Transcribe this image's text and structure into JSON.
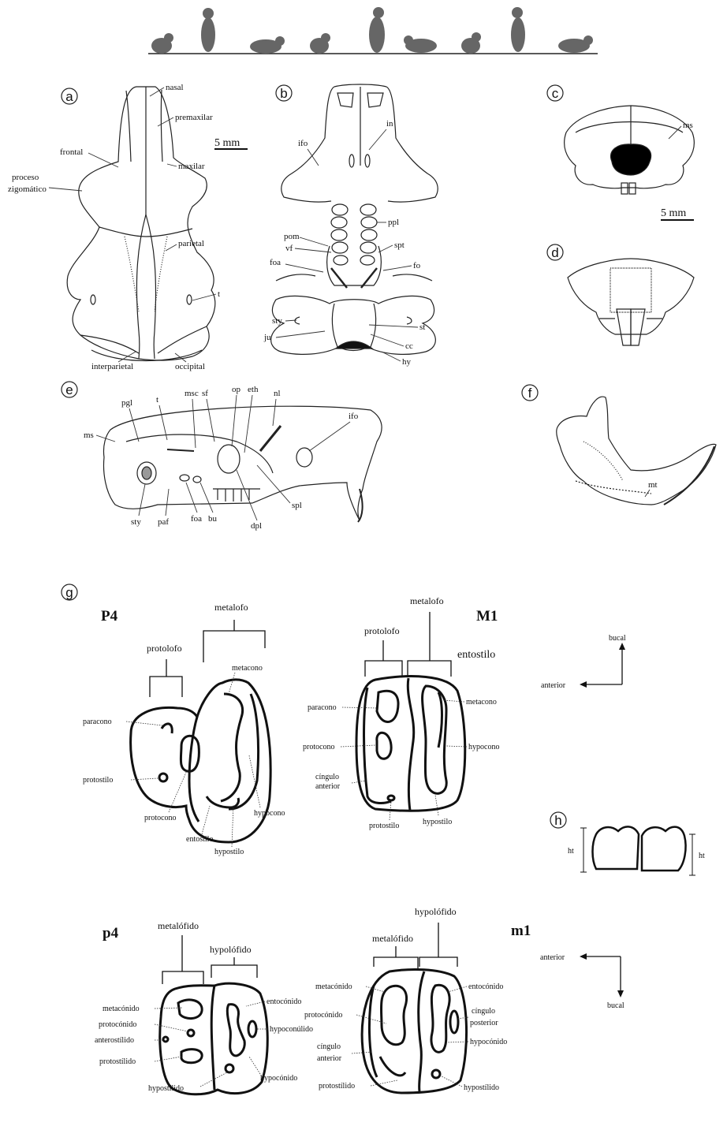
{
  "panels": {
    "a": {
      "letter": "a",
      "scale": "5 mm",
      "labels": {
        "nasal": "nasal",
        "premaxilar": "premaxilar",
        "frontal": "frontal",
        "maxilar": "maxilar",
        "proceso": "proceso",
        "zigomatico": "zigomático",
        "parietal": "parietal",
        "t": "t",
        "interparietal": "interparietal",
        "occipital": "occipital"
      }
    },
    "b": {
      "letter": "b",
      "labels": {
        "in": "in",
        "ifo": "ifo",
        "ppl": "ppl",
        "pom": "pom",
        "vf": "vf",
        "spt": "spt",
        "foa": "foa",
        "fo": "fo",
        "sty": "sty",
        "st": "st",
        "ju": "ju",
        "cc": "cc",
        "hy": "hy"
      }
    },
    "c": {
      "letter": "c",
      "scale": "5 mm",
      "labels": {
        "ms": "ms"
      }
    },
    "d": {
      "letter": "d"
    },
    "e": {
      "letter": "e",
      "labels": {
        "pgl": "pgl",
        "t": "t",
        "msc": "msc",
        "sf": "sf",
        "op": "op",
        "eth": "eth",
        "nl": "nl",
        "ifo": "ifo",
        "ms": "ms",
        "sty": "sty",
        "paf": "paf",
        "foa": "foa",
        "bu": "bu",
        "dpl": "dpl",
        "spl": "spl"
      }
    },
    "f": {
      "letter": "f",
      "labels": {
        "mt": "mt"
      }
    },
    "g": {
      "letter": "g",
      "P4": {
        "title": "P4",
        "metalofo": "metalofo",
        "protolofo": "protolofo",
        "metacono": "metacono",
        "paracono": "paracono",
        "protostilo": "protostilo",
        "protocono": "protocono",
        "hypocono": "hypocono",
        "entostilo": "entostilo",
        "hypostilo": "hypostilo"
      },
      "M1": {
        "title": "M1",
        "metalofo": "metalofo",
        "protolofo": "protolofo",
        "entostilo": "entostilo",
        "paracono": "paracono",
        "metacono": "metacono",
        "protocono": "protocono",
        "hypocono": "hypocono",
        "cingulo": "cíngulo",
        "anterior": "anterior",
        "protostilo": "protostilo",
        "hypostilo": "hypostilo"
      },
      "p4": {
        "title": "p4",
        "metalofido": "metalófido",
        "hypolofido": "hypolófido",
        "metaconido": "metacónido",
        "entoconido": "entocónido",
        "protoconido": "protocónido",
        "hypoconulido": "hypoconúlido",
        "anterostilido": "anterostílido",
        "protostilido": "protostílido",
        "hypoconido": "hypocónido",
        "hypostilido": "hypostílido"
      },
      "m1": {
        "title": "m1",
        "hypolofido": "hypolófido",
        "metalofido": "metalófido",
        "metaconido": "metacónido",
        "entoconido": "entocónido",
        "protoconido": "protocónido",
        "cingulo": "cíngulo",
        "posterior": "posterior",
        "hypoconido": "hypocónido",
        "cingulo2": "cíngulo",
        "anterior": "anterior",
        "protostilido": "protostílido",
        "hypostilido": "hypostílido"
      },
      "compass_upper": {
        "vertical": "bucal",
        "horizontal": "anterior"
      },
      "compass_lower": {
        "vertical": "bucal",
        "horizontal": "anterior"
      }
    },
    "h": {
      "letter": "h",
      "left": "ht",
      "right": "ht"
    }
  }
}
